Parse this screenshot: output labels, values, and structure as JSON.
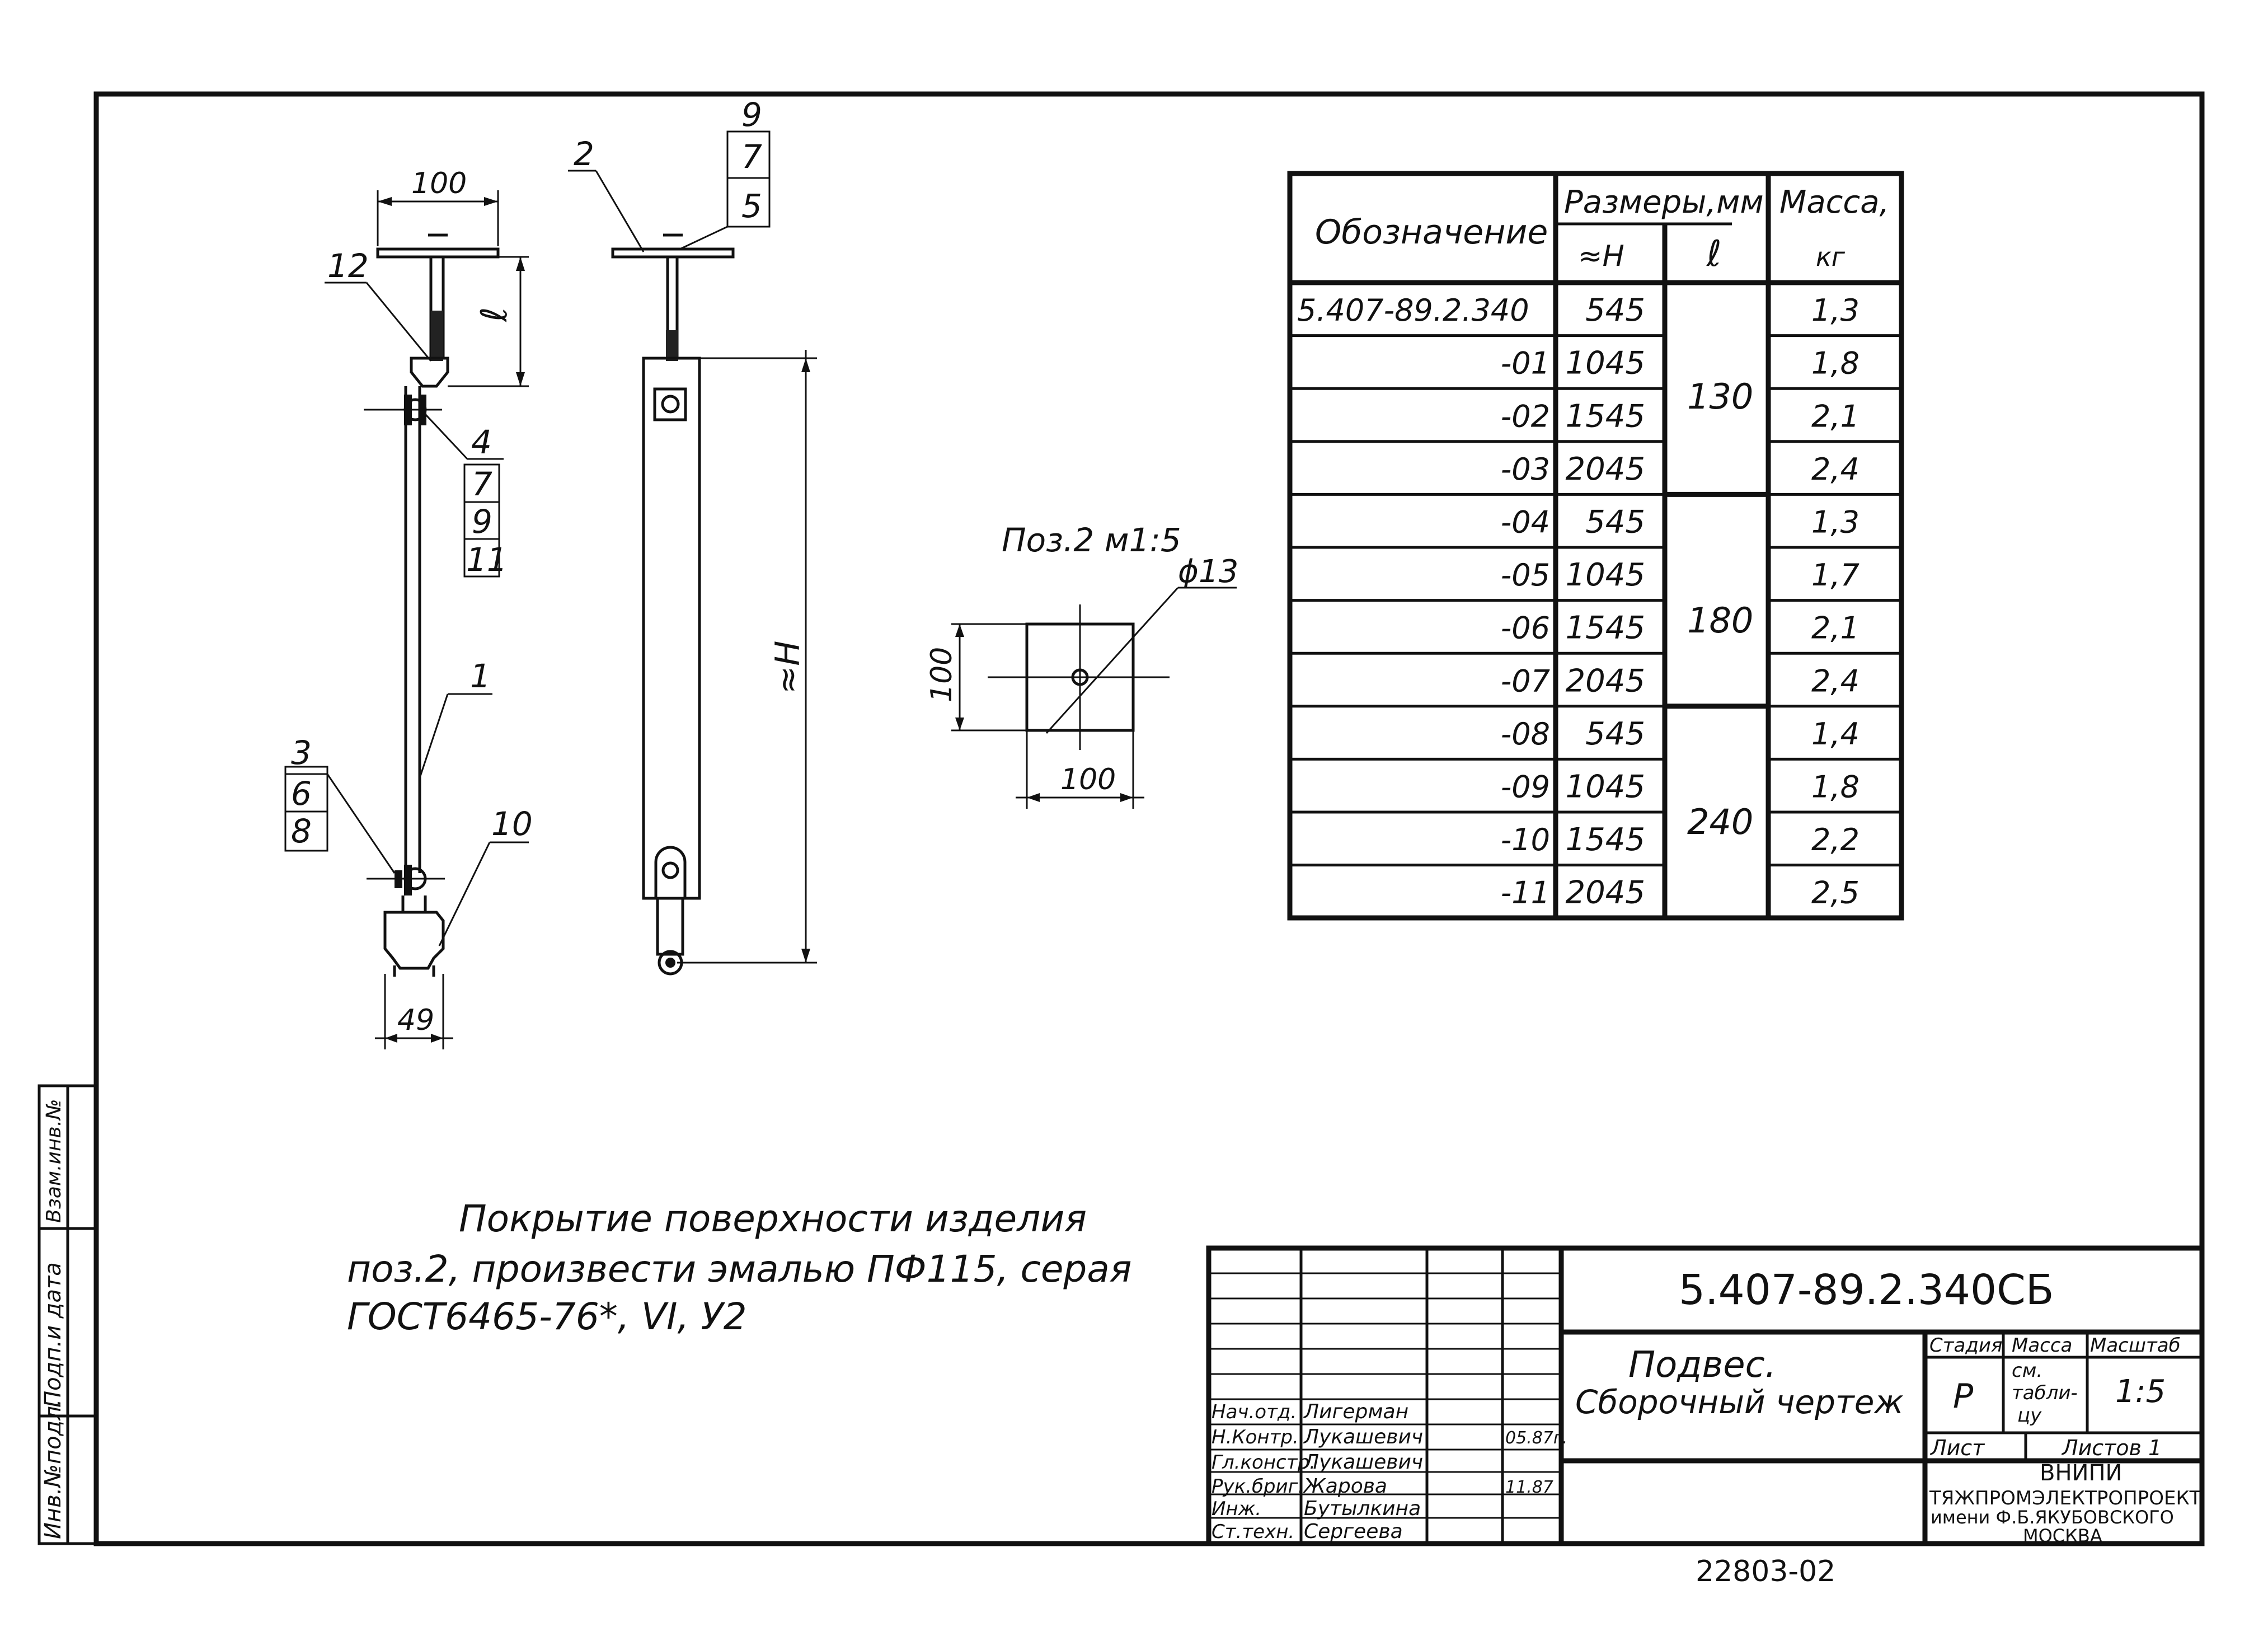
{
  "drawing": {
    "front_view": {
      "dim_width": "100",
      "dim_l": "ℓ",
      "dim_bottom": "49",
      "callouts": {
        "p12": "12",
        "p4": "4",
        "stack_mid": [
          "7",
          "9",
          "11"
        ],
        "p1": "1",
        "stack_low": [
          "3",
          "6",
          "8"
        ],
        "p10": "10"
      }
    },
    "side_view": {
      "p2": "2",
      "stack_top": [
        "9",
        "7",
        "5"
      ],
      "dim_h": "≈H"
    },
    "detail": {
      "title": "Поз.2 м1:5",
      "hole": "ϕ13",
      "dim_vertical": "100",
      "dim_horizontal": "100"
    }
  },
  "spec_table": {
    "header": {
      "designation": "Обозначение",
      "sizes": "Размеры,мм",
      "h": "≈H",
      "l": "ℓ",
      "mass": "Масса,",
      "mass_unit": "кг"
    },
    "rows": [
      {
        "designation": "5.407-89.2.340",
        "h": "545",
        "mass": "1,3"
      },
      {
        "designation": "-01",
        "h": "1045",
        "mass": "1,8"
      },
      {
        "designation": "-02",
        "h": "1545",
        "mass": "2,1"
      },
      {
        "designation": "-03",
        "h": "2045",
        "mass": "2,4"
      },
      {
        "designation": "-04",
        "h": "545",
        "mass": "1,3"
      },
      {
        "designation": "-05",
        "h": "1045",
        "mass": "1,7"
      },
      {
        "designation": "-06",
        "h": "1545",
        "mass": "2,1"
      },
      {
        "designation": "-07",
        "h": "2045",
        "mass": "2,4"
      },
      {
        "designation": "-08",
        "h": "545",
        "mass": "1,4"
      },
      {
        "designation": "-09",
        "h": "1045",
        "mass": "1,8"
      },
      {
        "designation": "-10",
        "h": "1545",
        "mass": "2,2"
      },
      {
        "designation": "-11",
        "h": "2045",
        "mass": "2,5"
      }
    ],
    "l_groups": [
      "130",
      "180",
      "240"
    ]
  },
  "note": {
    "line1": "Покрытие поверхности изделия",
    "line2": "поз.2, произвести эмалью ПФ115, серая",
    "line3": "ГОСТ6465-76*, VI, У2"
  },
  "margin_strip": {
    "col1": "Инв.№подл.",
    "col2": "Подп.и дата",
    "col3": "Взам.инв.№"
  },
  "title_block": {
    "code": "5.407-89.2.340СБ",
    "name_line1": "Подвес.",
    "name_line2": "Сборочный чертеж",
    "stage_label": "Стадия",
    "mass_label": "Масса",
    "scale_label": "Масштаб",
    "stage": "Р",
    "mass_value_line1": "см.",
    "mass_value_line2": "табли-",
    "mass_value_line3": "цу",
    "scale": "1:5",
    "sheet_label": "Лист",
    "sheets_label": "Листов 1",
    "org_line1": "ВНИПИ",
    "org_line2": "ТЯЖПРОМЭЛЕКТРОПРОЕКТ",
    "org_line3": "имени Ф.Б.ЯКУБОВСКОГО",
    "org_line4": "МОСКВА",
    "signatures": [
      {
        "role": "Нач.отд.",
        "name": "Лигерман",
        "date": ""
      },
      {
        "role": "Н.Контр.",
        "name": "Лукашевич",
        "date": "05.87г."
      },
      {
        "role": "Гл.констр.",
        "name": "Лукашевич",
        "date": ""
      },
      {
        "role": "Рук.бриг.",
        "name": "Жарова",
        "date": "11.87"
      },
      {
        "role": "Инж.",
        "name": "Бутылкина",
        "date": ""
      },
      {
        "role": "Ст.техн.",
        "name": "Сергеева",
        "date": ""
      }
    ]
  },
  "footer_number": "22803-02"
}
